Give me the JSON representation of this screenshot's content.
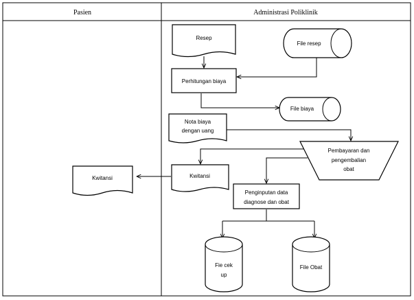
{
  "lanes": {
    "left": "Pasien",
    "right": "Administrasi Poliklinik"
  },
  "nodes": {
    "resep": "Resep",
    "file_resep": "File resep",
    "perhitungan_biaya": "Perhitungan biaya",
    "file_biaya": "File biaya",
    "nota_biaya_line1": "Nota biaya",
    "nota_biaya_line2": "dengan uang",
    "pembayaran_line1": "Pembayaran  dan",
    "pembayaran_line2": "pengembalian",
    "pembayaran_line3": "obat",
    "kwitansi_admin": "Kwitansi",
    "kwitansi_pasien": "Kwitansi",
    "penginputan_line1": "Penginputan data",
    "penginputan_line2": "diagnose dan obat",
    "file_cekup_line1": "Fie cek",
    "file_cekup_line2": "up",
    "file_obat": "File Obat"
  }
}
